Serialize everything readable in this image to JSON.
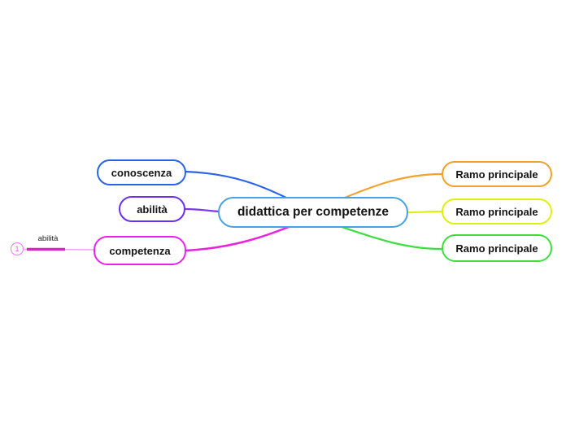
{
  "mindmap": {
    "root": {
      "label": "didattica per competenze",
      "border_color": "#4aa0e0"
    },
    "left_nodes": [
      {
        "label": "conoscenza",
        "border_color": "#2b63e8",
        "branch_color": "#2b63e8"
      },
      {
        "label": "abilità",
        "border_color": "#6a2ff0",
        "branch_color": "#7a3ae8"
      },
      {
        "label": "competenza",
        "border_color": "#ea22ea",
        "branch_color": "#e822e0"
      }
    ],
    "right_nodes": [
      {
        "label": "Ramo principale",
        "border_color": "#f5a02b",
        "branch_color": "#f5a02b"
      },
      {
        "label": "Ramo principale",
        "border_color": "#dff010",
        "branch_color": "#dff010"
      },
      {
        "label": "Ramo principale",
        "border_color": "#3fdd3f",
        "branch_color": "#3fdd3f"
      }
    ],
    "connector": {
      "number": "1",
      "label": "abilità",
      "line_color": "#e01fd0",
      "tail_color": "#f0a5ec",
      "badge_color": "#f06ff0"
    }
  }
}
